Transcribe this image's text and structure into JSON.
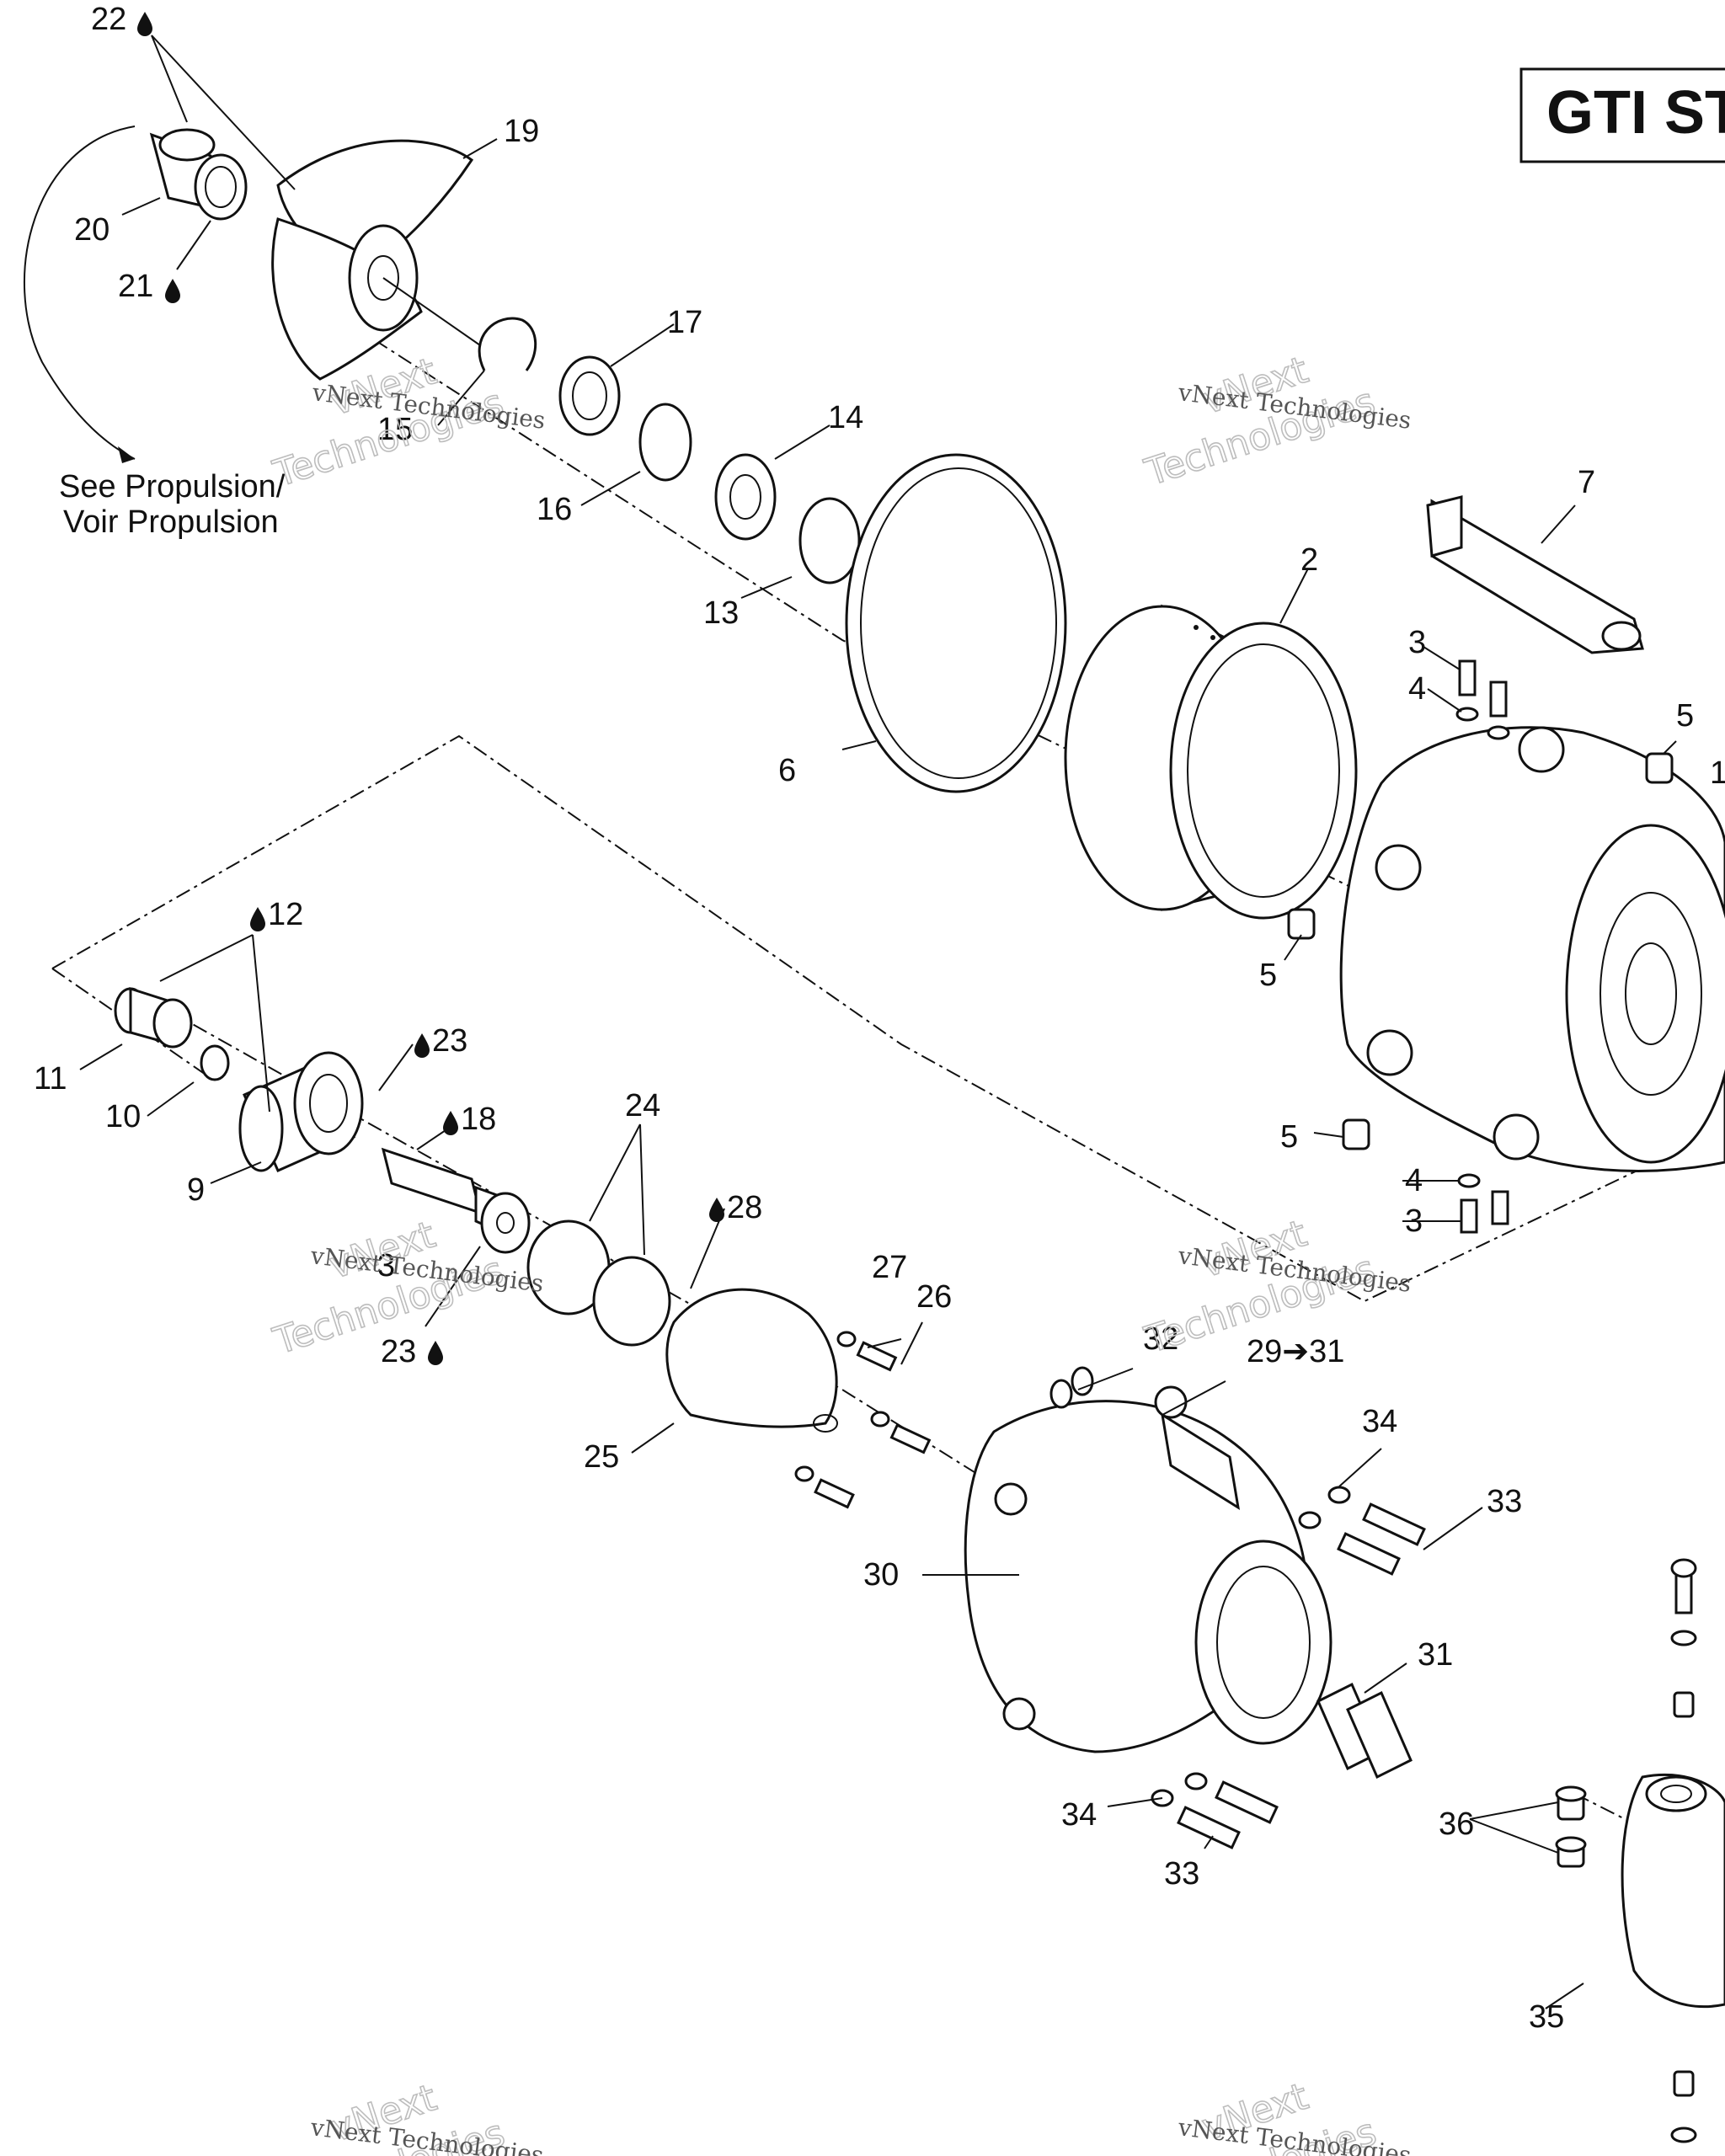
{
  "title": "GTI ST",
  "note_line1": "See Propulsion/",
  "note_line2": "Voir Propulsion",
  "watermark": {
    "line1": "vNext Technologies",
    "line2": "vNext",
    "line3": "Technologies"
  },
  "labels": {
    "p1": "1",
    "p2": "2",
    "p3a": "3",
    "p3b": "3",
    "p3c": "3",
    "p4a": "4",
    "p4b": "4",
    "p5a": "5",
    "p5b": "5",
    "p5c": "5",
    "p6": "6",
    "p7": "7",
    "p9": "9",
    "p10": "10",
    "p11": "11",
    "p12": "12",
    "p13": "13",
    "p14": "14",
    "p15": "15",
    "p16": "16",
    "p17": "17",
    "p18": "18",
    "p19": "19",
    "p20": "20",
    "p21": "21",
    "p22": "22",
    "p23a": "23",
    "p23b": "23",
    "p24": "24",
    "p25": "25",
    "p26": "26",
    "p27": "27",
    "p28": "28",
    "p29": "29➔31",
    "p30": "30",
    "p31": "31",
    "p32": "32",
    "p33a": "33",
    "p33b": "33",
    "p34a": "34",
    "p34b": "34",
    "p35": "35",
    "p36": "36"
  }
}
